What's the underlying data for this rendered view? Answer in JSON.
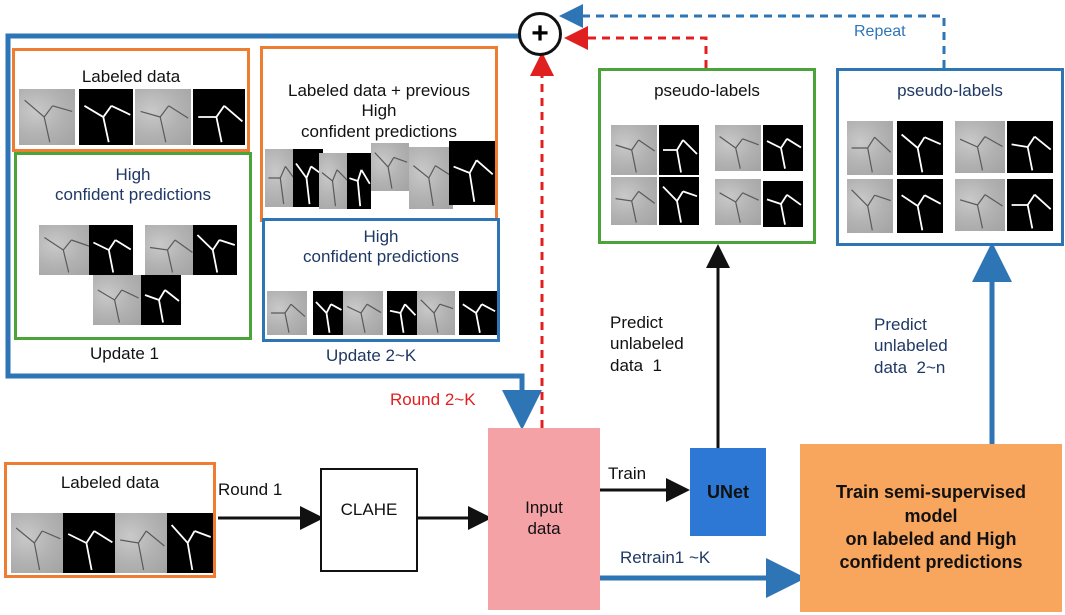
{
  "update_group": {
    "labeled_title": "Labeled data",
    "high_conf_title": "High\nconfident predictions",
    "caption": "Update  1"
  },
  "update2_group": {
    "combined_title": "Labeled data + previous\nHigh\nconfident predictions",
    "high_conf_title": "High\nconfident predictions",
    "caption": "Update  2~K"
  },
  "pseudo_green": {
    "title": "pseudo-labels"
  },
  "pseudo_blue": {
    "title": "pseudo-labels"
  },
  "repeat_label": "Repeat",
  "plus_symbol": "+",
  "round2_label": "Round  2~K",
  "predict1_label": "Predict\nunlabeled\ndata  1",
  "predict2_label": "Predict\nunlabeled\ndata  2~n",
  "labeled_input": {
    "title": "Labeled data"
  },
  "round1_label": "Round  1",
  "clahe_label": "CLAHE",
  "input_label": "Input\ndata",
  "train_label": "Train",
  "unet_label": "UNet",
  "retrain_label": "Retrain1 ~K",
  "semi_label": "Train semi-supervised\nmodel\non labeled and High\nconfident predictions",
  "colors": {
    "orange": "#ed7d31",
    "green": "#4aa43a",
    "blue": "#2e75b6",
    "red_dashed": "#e02020",
    "input_fill": "#f4a2a6",
    "unet_fill": "#2c78d4",
    "semi_fill": "#f8a55e",
    "dark_text": "#1f3864"
  }
}
